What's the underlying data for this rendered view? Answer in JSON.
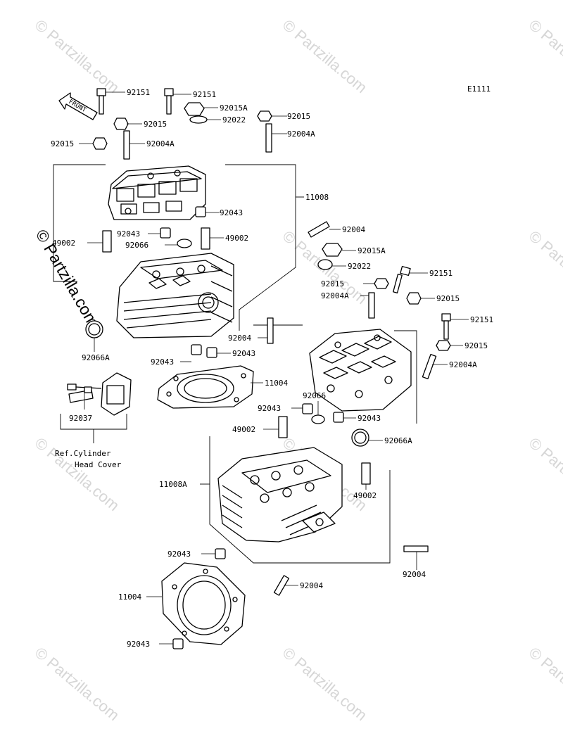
{
  "diagram_code": "E1111",
  "front_arrow_text": "FRONT",
  "ref_note_line1": "Ref.Cylinder",
  "ref_note_line2": "Head Cover",
  "watermark_text": "© Partzilla.com",
  "side_watermark_text": "© Partzilla.com",
  "part_labels": [
    "92151",
    "92151",
    "92015A",
    "92015",
    "92022",
    "92015",
    "92015",
    "92004A",
    "92004A",
    "11008",
    "92043",
    "92043",
    "49002",
    "49002",
    "92066",
    "92004",
    "92015A",
    "92022",
    "92151",
    "92015",
    "92004A",
    "92015",
    "92066A",
    "92151",
    "92004",
    "92015",
    "92043",
    "92004A",
    "92043",
    "11004",
    "92066",
    "92043",
    "92037",
    "49002",
    "92043",
    "92066A",
    "11008A",
    "49002",
    "92043",
    "92004",
    "92004",
    "11004",
    "92043"
  ]
}
